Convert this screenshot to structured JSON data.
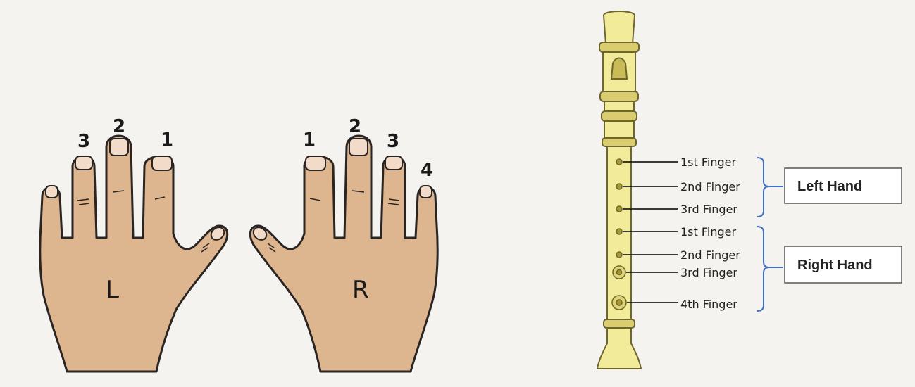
{
  "colors": {
    "paper": "#f4f3ef",
    "skin": "#ddb58f",
    "nail": "#f2dcc9",
    "outline": "#2a2522",
    "recorder": "#f2eb9a",
    "recorder_shade": "#d9cd6f",
    "bracket": "#3f6fc4",
    "box_border": "#555555"
  },
  "left_hand": {
    "letter": "L",
    "finger_numbers": [
      "3",
      "2",
      "1"
    ]
  },
  "right_hand": {
    "letter": "R",
    "finger_numbers": [
      "1",
      "2",
      "3",
      "4"
    ]
  },
  "recorder": {
    "left_group": {
      "label": "Left Hand",
      "fingers": [
        "1st Finger",
        "2nd Finger",
        "3rd Finger"
      ]
    },
    "right_group": {
      "label": "Right Hand",
      "fingers": [
        "1st Finger",
        "2nd Finger",
        "3rd Finger",
        "4th Finger"
      ]
    }
  }
}
